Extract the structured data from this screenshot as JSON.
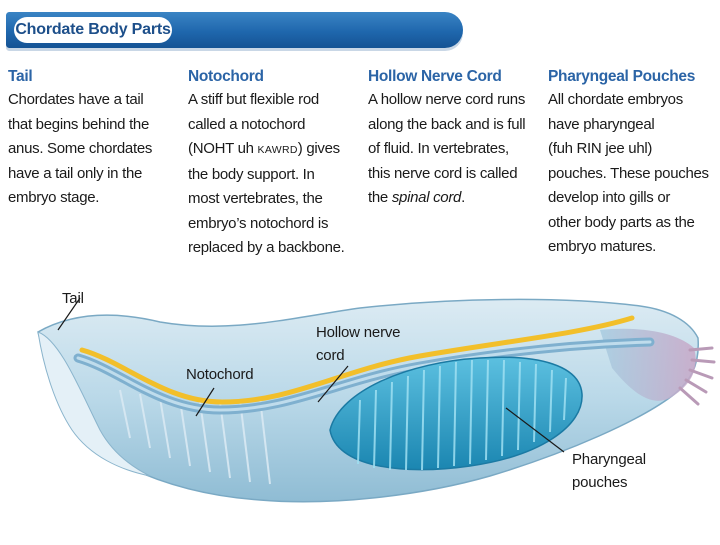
{
  "header": {
    "title": "Chordate Body Parts"
  },
  "columns": [
    {
      "heading": "Tail",
      "lines": [
        "Chordates have a tail",
        "that begins behind the",
        "anus. Some chordates",
        "have a tail only in the",
        "embryo stage."
      ]
    },
    {
      "heading": "Notochord",
      "lines": [
        "A stiff but flexible rod",
        "called a notochord",
        "(NOHT uh ",
        "KAWRD",
        ") gives",
        "the body support. In",
        "most vertebrates, the",
        "embryo’s notochord is",
        "replaced by a backbone."
      ]
    },
    {
      "heading": "Hollow Nerve Cord",
      "lines": [
        "A hollow nerve cord runs",
        "along the back and is full",
        "of fluid. In vertebrates,",
        "this nerve cord is called",
        "the ",
        "spinal cord",
        "."
      ]
    },
    {
      "heading": "Pharyngeal Pouches",
      "lines": [
        "All chordate embryos",
        "have pharyngeal",
        "(fuh RIN jee uhl)",
        "pouches. These pouches",
        "develop into gills or",
        "other body parts as the",
        "embryo matures."
      ]
    }
  ],
  "figure": {
    "labels": {
      "tail": "Tail",
      "notochord": "Notochord",
      "nerve_cord_1": "Hollow nerve",
      "nerve_cord_2": "cord",
      "pouches_1": "Pharyngeal",
      "pouches_2": "pouches"
    },
    "colors": {
      "nerve_cord": "#f2bf2a",
      "notochord": "#7fb0cf",
      "body": "#a9cfe3",
      "pouches": "#2fa3c9"
    }
  }
}
